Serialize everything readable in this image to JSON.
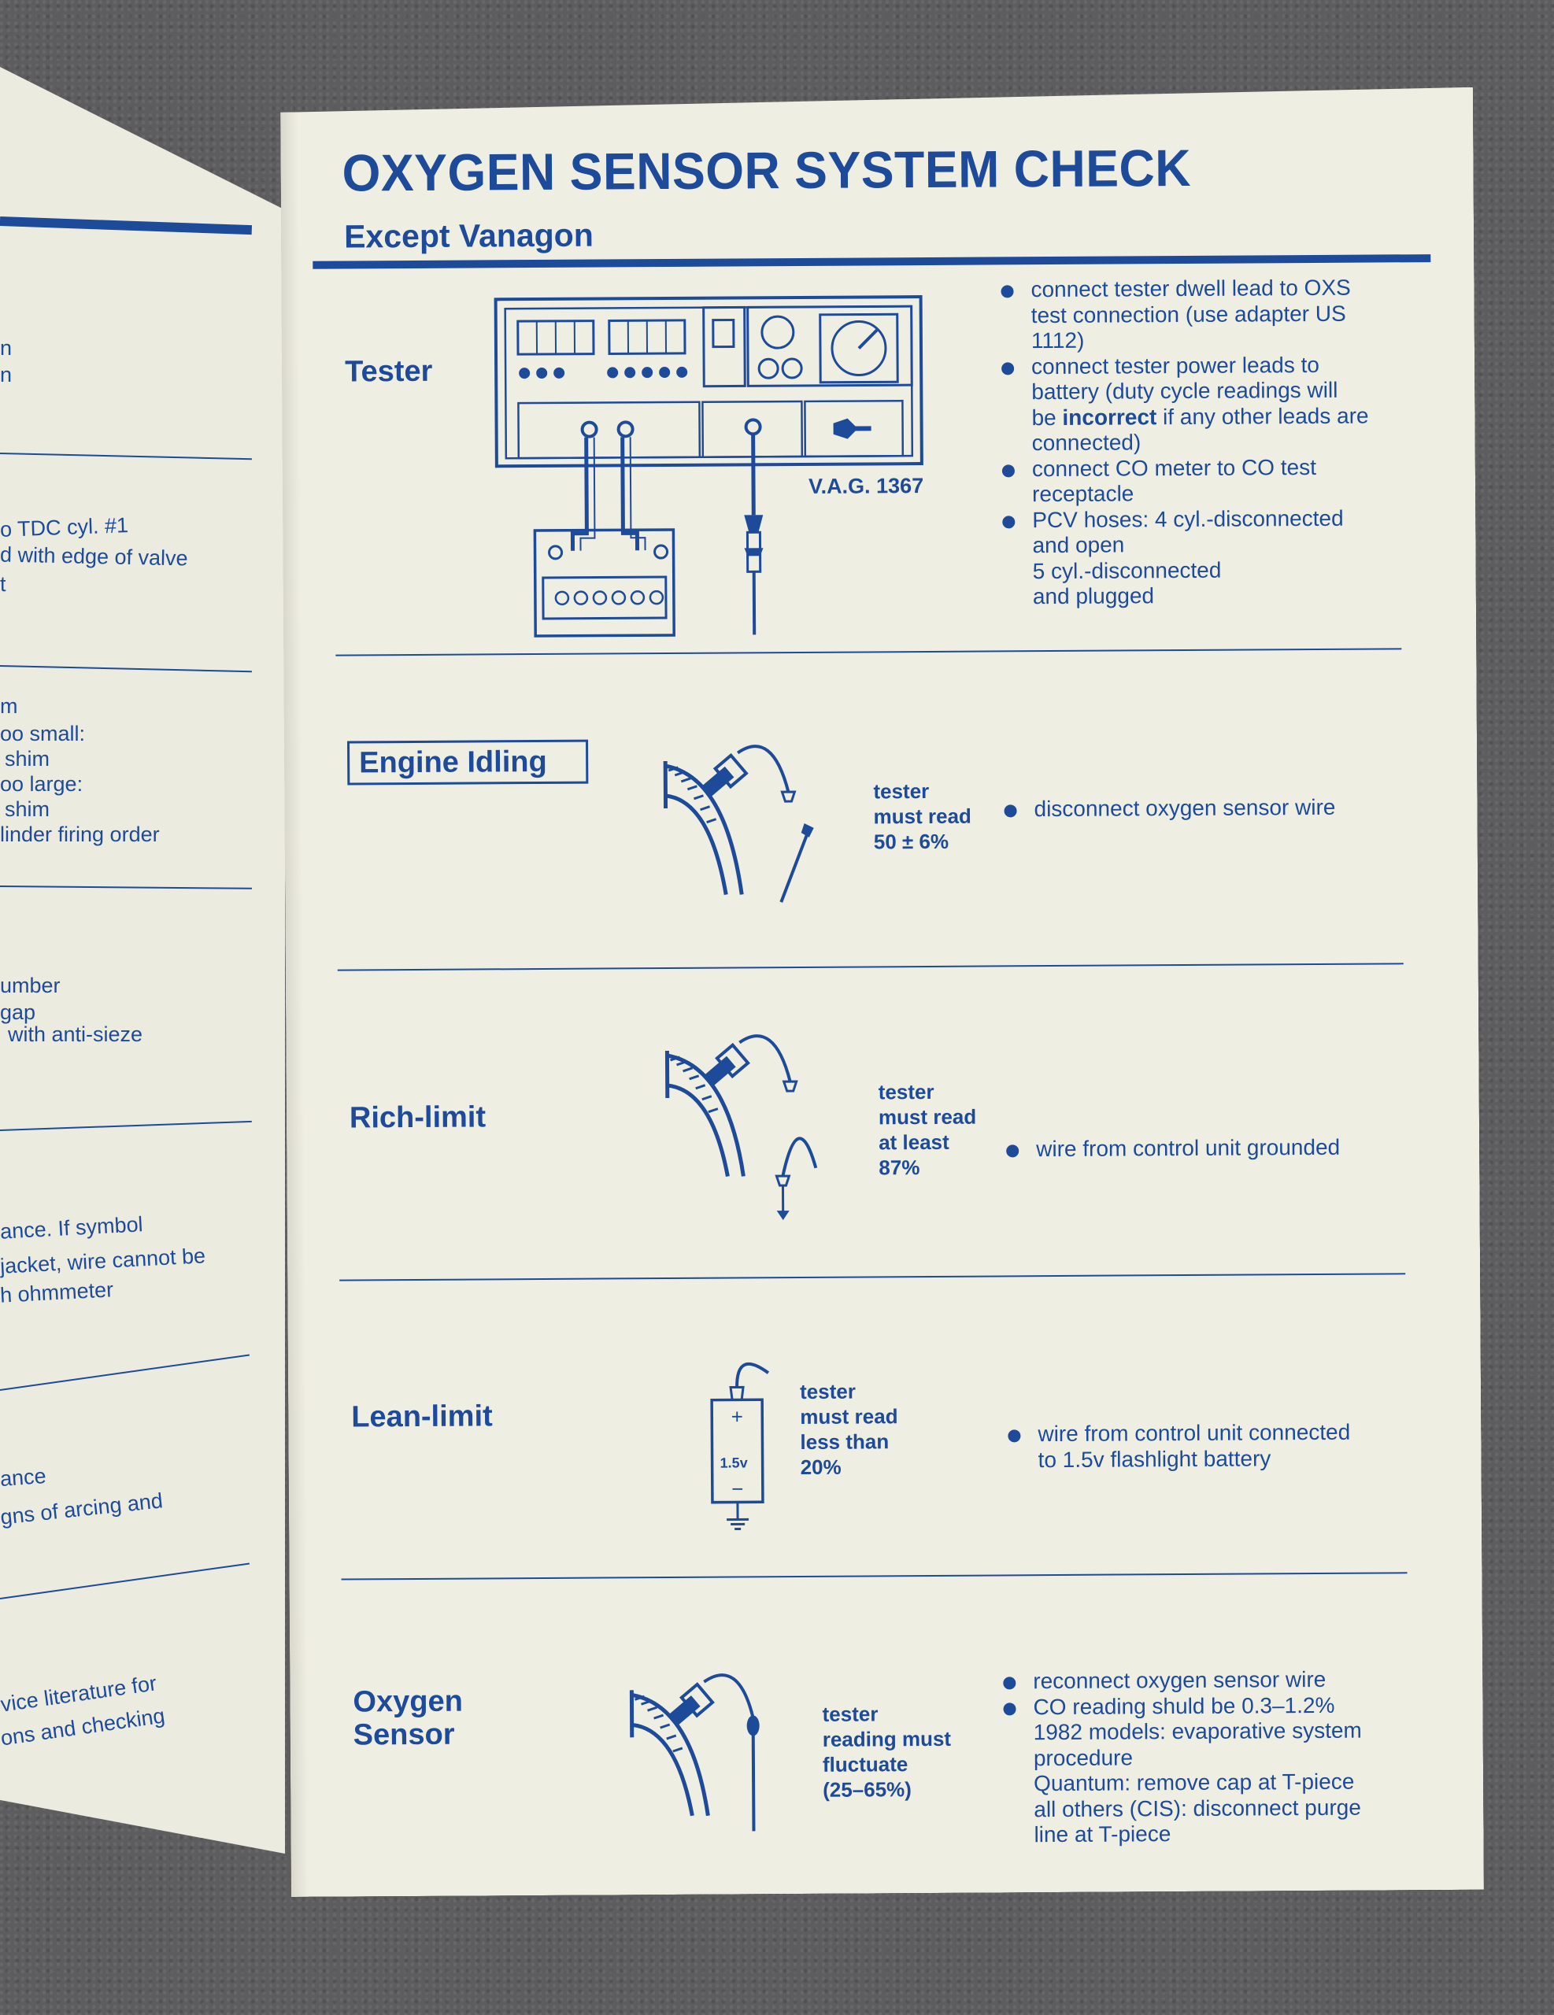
{
  "left_page": {
    "lines": [
      "n",
      "n",
      "o TDC cyl. #1",
      "d with edge of valve",
      "t",
      "m",
      "oo small:",
      "shim",
      "oo large:",
      "shim",
      "linder firing order",
      "umber",
      "gap",
      "with anti-sieze",
      "ance. If symbol",
      "jacket, wire cannot be",
      "h ohmmeter",
      "ance",
      "gns of arcing and",
      "vice literature for",
      "ons and checking"
    ]
  },
  "page": {
    "title": "OXYGEN SENSOR SYSTEM CHECK",
    "subtitle": "Except Vanagon"
  },
  "sections": {
    "tester": {
      "label": "Tester",
      "device_label": "V.A.G. 1367",
      "bullets": [
        "connect tester dwell lead to OXS\ntest connection (use adapter US\n1112)",
        "connect tester power leads to\nbattery (duty cycle readings will\nbe ",
        "connect CO meter to CO test\nreceptacle",
        "PCV hoses: 4 cyl.-disconnected\n                  and open\n                  5 cyl.-disconnected\n                  and plugged"
      ],
      "bold_word": "incorrect",
      "bullet2_tail": " if any other leads are\nconnected)"
    },
    "idling": {
      "label": "Engine Idling",
      "note": "tester\nmust read\n50 ± 6%",
      "bullets": [
        "disconnect oxygen sensor wire"
      ]
    },
    "rich": {
      "label": "Rich-limit",
      "note": "tester\nmust read\nat least\n87%",
      "bullets": [
        "wire from control unit grounded"
      ]
    },
    "lean": {
      "label": "Lean-limit",
      "note": "tester\nmust read\nless than\n20%",
      "battery_label": "1.5v",
      "bullets": [
        "wire from control unit connected\nto 1.5v flashlight battery"
      ]
    },
    "sensor": {
      "label": "Oxygen\nSensor",
      "note": "tester\nreading must\nfluctuate\n(25–65%)",
      "bullets": [
        "reconnect oxygen sensor wire",
        "CO reading shuld be 0.3–1.2%"
      ],
      "extra": "1982 models: evaporative system\nprocedure\nQuantum: remove cap at T-piece\nall others (CIS): disconnect purge\nline at T-piece"
    }
  },
  "colors": {
    "ink": "#1e4a9a",
    "paper": "#efeee2",
    "carpet": "#5d5d5f"
  }
}
